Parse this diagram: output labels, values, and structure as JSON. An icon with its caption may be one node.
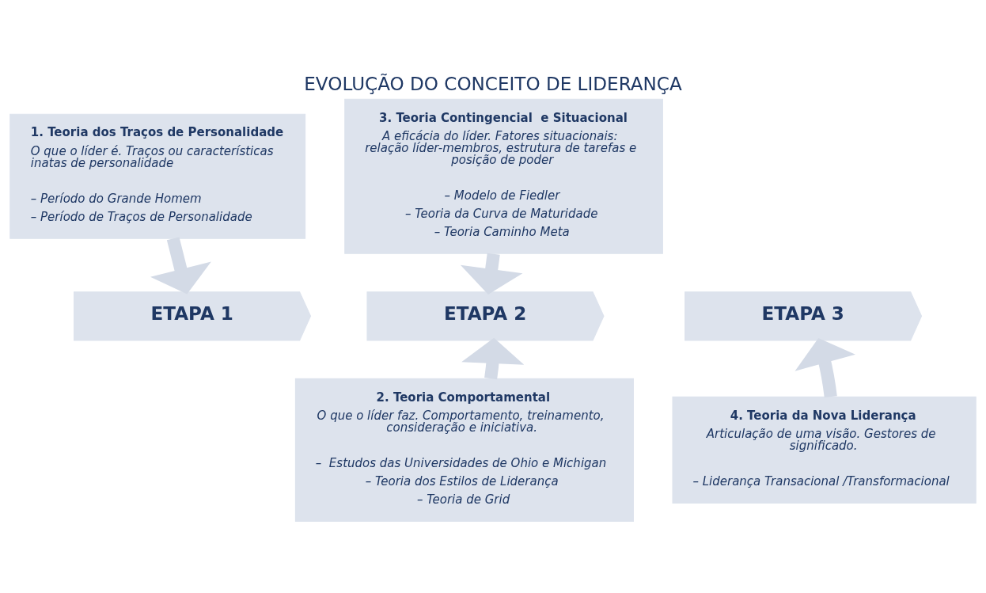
{
  "diagram": {
    "title": "EVOLUÇÃO DO CONCEITO DE LIDERANÇA",
    "nodes": [
      {
        "text": [
          "1. Teoria dos Traços de Personalidade",
          "O que o líder é. Traços ou características inatas de personalidade",
          "– Período do Grande Homem",
          "– Período de Traços de Personalidade"
        ]
      },
      {
        "text": [
          "3. Teoria Contingencial  e Situacional",
          "A eficácia do líder. Fatores situacionais: relação líder-membros, estrutura de tarefas e posição de poder",
          "– Modelo de Fiedler",
          "– Teoria da Curva de Maturidade",
          "– Teoria Caminho Meta"
        ]
      },
      {
        "text": [
          "ETAPA 1"
        ]
      },
      {
        "text": [
          "ETAPA 2"
        ]
      },
      {
        "text": [
          "ETAPA 3"
        ]
      },
      {
        "text": [
          "2. Teoria Comportamental",
          "O que o líder faz. Comportamento, treinamento, consideração e iniciativa.",
          "–  Estudos das Universidades de Ohio e Michigan",
          "– Teoria dos Estilos de Liderança",
          "– Teoria de Grid"
        ]
      },
      {
        "text": [
          "4. Teoria da Nova Liderança",
          "Articulação de uma visão. Gestores de significado.",
          "– Liderança Transacional /Transformacional"
        ]
      }
    ],
    "edges": [
      {
        "from": 0,
        "to": 2,
        "arrow": "to"
      },
      {
        "from": 1,
        "to": 3,
        "arrow": "to"
      },
      {
        "from": 5,
        "to": 3,
        "arrow": "to"
      },
      {
        "from": 6,
        "to": 4,
        "arrow": "to"
      }
    ]
  }
}
